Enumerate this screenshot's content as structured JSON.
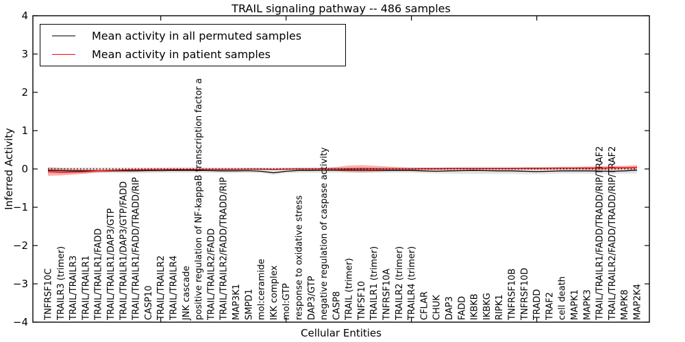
{
  "chart_data": {
    "type": "line",
    "title": "TRAIL signaling pathway -- 486 samples",
    "xlabel": "Cellular Entities",
    "ylabel": "Inferred Activity",
    "ylim": [
      -4,
      4
    ],
    "yticks": [
      -4,
      -3,
      -2,
      -1,
      0,
      1,
      2,
      3,
      4
    ],
    "xtick_rotation": 90,
    "grid": false,
    "legend_position": "upper left",
    "zero_line": {
      "y": 0,
      "style": "dotted",
      "color": "#000000"
    },
    "categories": [
      "TNFRSF10C",
      "TRAILR3 (trimer)",
      "TRAIL/TRAILR3",
      "TRAIL/TRAILR1",
      "TRAIL/TRAILR1/FADD",
      "TRAIL/TRAILR1/DAP3/GTP",
      "TRAIL/TRAILR1/DAP3/GTP/FADD",
      "TRAIL/TRAILR1/FADD/TRADD/RIP",
      "CASP10",
      "TRAIL/TRAILR2",
      "TRAIL/TRAILR4",
      "JNK cascade",
      "positive regulation of NF-kappaB transcription factor a",
      "TRAIL/TRAILR2/FADD",
      "TRAIL/TRAILR2/FADD/TRADD/RIP",
      "MAP3K1",
      "SMPD1",
      "mol:ceramide",
      "IKK complex",
      "mol:GTP",
      "response to oxidative stress",
      "DAP3/GTP",
      "negative regulation of caspase activity",
      "CASP8",
      "TRAIL (trimer)",
      "TNFSF10",
      "TRAILR1 (trimer)",
      "TNFRSF10A",
      "TRAILR2 (trimer)",
      "TRAILR4 (trimer)",
      "CFLAR",
      "CHUK",
      "DAP3",
      "FADD",
      "IKBKB",
      "IKBKG",
      "RIPK1",
      "TNFRSF10B",
      "TNFRSF10D",
      "TRADD",
      "TRAF2",
      "cell death",
      "MAPK1",
      "MAPK3",
      "TRAIL/TRAILR1/FADD/TRADD/RIP/TRAF2",
      "TRAIL/TRAILR2/FADD/TRADD/RIP/TRAF2",
      "MAPK8",
      "MAP2K4"
    ],
    "series": [
      {
        "name": "Mean activity in all permuted samples",
        "color": "#000000",
        "band_color": "rgba(0,0,0,0.11)",
        "values": [
          -0.04,
          -0.045,
          -0.05,
          -0.05,
          -0.05,
          -0.05,
          -0.05,
          -0.05,
          -0.045,
          -0.045,
          -0.04,
          -0.04,
          -0.04,
          -0.045,
          -0.05,
          -0.05,
          -0.045,
          -0.06,
          -0.1,
          -0.06,
          -0.04,
          -0.04,
          -0.035,
          -0.035,
          -0.03,
          -0.03,
          -0.035,
          -0.04,
          -0.04,
          -0.04,
          -0.05,
          -0.06,
          -0.05,
          -0.045,
          -0.04,
          -0.045,
          -0.05,
          -0.05,
          -0.06,
          -0.07,
          -0.06,
          -0.05,
          -0.05,
          -0.05,
          -0.055,
          -0.06,
          -0.05,
          -0.03
        ],
        "band_lower": [
          -0.13,
          -0.13,
          -0.12,
          -0.12,
          -0.11,
          -0.11,
          -0.11,
          -0.11,
          -0.11,
          -0.1,
          -0.1,
          -0.1,
          -0.1,
          -0.1,
          -0.11,
          -0.11,
          -0.1,
          -0.11,
          -0.15,
          -0.11,
          -0.1,
          -0.1,
          -0.1,
          -0.1,
          -0.1,
          -0.1,
          -0.1,
          -0.1,
          -0.1,
          -0.1,
          -0.11,
          -0.12,
          -0.12,
          -0.13,
          -0.13,
          -0.13,
          -0.13,
          -0.13,
          -0.14,
          -0.14,
          -0.13,
          -0.12,
          -0.12,
          -0.12,
          -0.12,
          -0.13,
          -0.12,
          -0.12
        ],
        "band_upper": [
          0.05,
          0.04,
          0.04,
          0.04,
          0.04,
          0.04,
          0.04,
          0.04,
          0.04,
          0.04,
          0.05,
          0.05,
          0.05,
          0.04,
          0.04,
          0.04,
          0.04,
          0.04,
          0.03,
          0.04,
          0.05,
          0.05,
          0.05,
          0.05,
          0.05,
          0.05,
          0.05,
          0.05,
          0.05,
          0.05,
          0.05,
          0.05,
          0.05,
          0.06,
          0.06,
          0.06,
          0.06,
          0.06,
          0.05,
          0.05,
          0.05,
          0.06,
          0.06,
          0.06,
          0.05,
          0.05,
          0.05,
          0.06
        ]
      },
      {
        "name": "Mean activity in patient samples",
        "color": "#ff0000",
        "band_color": "rgba(255,0,0,0.30)",
        "values": [
          -0.07,
          -0.085,
          -0.08,
          -0.07,
          -0.05,
          -0.04,
          -0.03,
          -0.02,
          -0.02,
          -0.01,
          -0.01,
          -0.01,
          -0.01,
          -0.01,
          -0.01,
          -0.01,
          -0.005,
          -0.005,
          -0.01,
          -0.005,
          0,
          0,
          0,
          0,
          0.005,
          0.01,
          0.005,
          0,
          0,
          0,
          0.005,
          0.005,
          0.01,
          0.01,
          0.01,
          0.01,
          0.01,
          0.01,
          0.015,
          0.015,
          0.02,
          0.02,
          0.02,
          0.025,
          0.02,
          0.03,
          0.03,
          0.04
        ],
        "band_lower": [
          -0.18,
          -0.17,
          -0.15,
          -0.12,
          -0.09,
          -0.07,
          -0.06,
          -0.05,
          -0.04,
          -0.03,
          -0.03,
          -0.03,
          -0.03,
          -0.03,
          -0.03,
          -0.03,
          -0.02,
          -0.02,
          -0.03,
          -0.02,
          -0.02,
          -0.02,
          -0.02,
          -0.05,
          -0.08,
          -0.09,
          -0.075,
          -0.055,
          -0.035,
          -0.03,
          -0.02,
          -0.02,
          -0.02,
          -0.02,
          -0.02,
          -0.02,
          -0.02,
          -0.02,
          -0.01,
          -0.01,
          -0.01,
          -0.01,
          -0.01,
          -0.02,
          -0.02,
          -0.01,
          0,
          -0.01
        ],
        "band_upper": [
          0.04,
          0.02,
          0,
          -0.01,
          -0.01,
          -0.01,
          0,
          0,
          0.01,
          0.01,
          0.01,
          0.01,
          0.01,
          0.01,
          0.01,
          0.01,
          0.01,
          0.01,
          0.01,
          0.01,
          0.02,
          0.02,
          0.02,
          0.05,
          0.09,
          0.1,
          0.085,
          0.065,
          0.045,
          0.03,
          0.03,
          0.03,
          0.03,
          0.03,
          0.03,
          0.03,
          0.03,
          0.03,
          0.04,
          0.04,
          0.04,
          0.05,
          0.05,
          0.06,
          0.07,
          0.08,
          0.08,
          0.1
        ]
      }
    ]
  }
}
